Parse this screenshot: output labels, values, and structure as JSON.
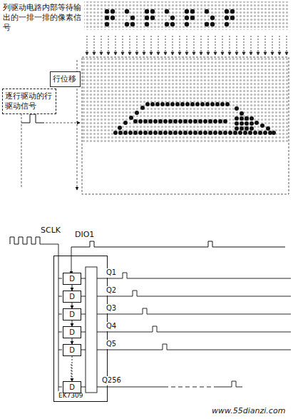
{
  "diagram": {
    "nodes": [
      {
        "text": [
          "行位移"
        ]
      },
      {
        "text": [
          "逐行驱动的行驱动信号"
        ]
      },
      {
        "text": [
          "EK7309"
        ]
      },
      {
        "text": [
          "D"
        ],
        "in": 2
      },
      {
        "text": [
          "D"
        ],
        "in": 2
      },
      {
        "text": [
          "D"
        ],
        "in": 2
      },
      {
        "text": [
          "D"
        ],
        "in": 2
      },
      {
        "text": [
          "D"
        ],
        "in": 2
      },
      {
        "text": [
          "D"
        ],
        "in": 2
      }
    ],
    "edges": [
      {
        "from": 3,
        "to": 4,
        "arrow": "to"
      },
      {
        "from": 4,
        "to": 5,
        "arrow": "to"
      },
      {
        "from": 5,
        "to": 6,
        "arrow": "to"
      },
      {
        "from": 6,
        "to": 7,
        "arrow": "to"
      },
      {
        "from": 7,
        "to": 8,
        "arrow": "to"
      }
    ],
    "labels": [
      "列驱动电路内部等待输出的一排一排的像素信号",
      "SCLK",
      "DIO1",
      "Q1",
      "Q2",
      "Q3",
      "Q4",
      "Q5",
      "Q256",
      "www.55dianzi.com"
    ]
  }
}
